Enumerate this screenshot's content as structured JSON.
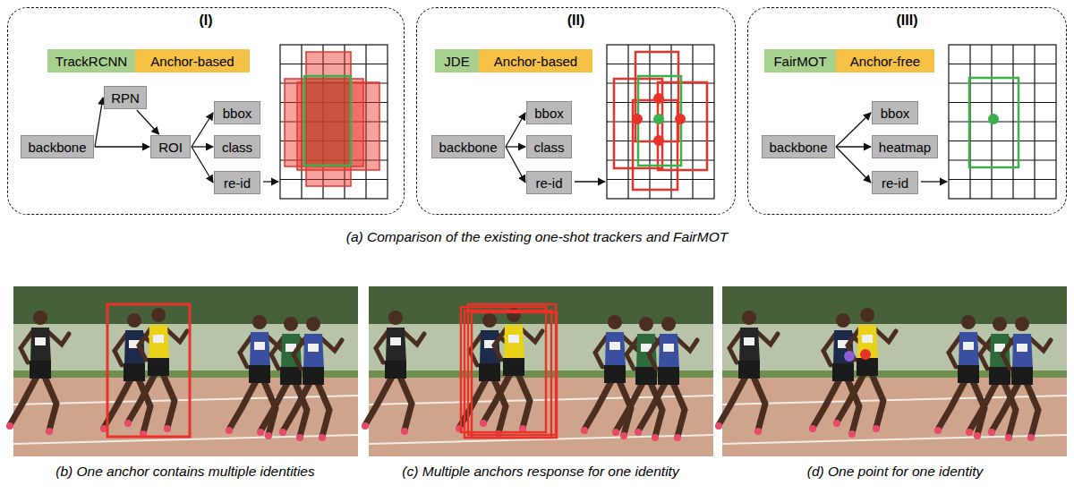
{
  "diagram": {
    "nodes": [
      {
        "text": [
          "(I)"
        ]
      },
      {
        "text": [
          "TrackRCNN"
        ],
        "in": 0
      },
      {
        "text": [
          "Anchor-based"
        ],
        "in": 0
      },
      {
        "text": [
          "backbone"
        ],
        "in": 0
      },
      {
        "text": [
          "RPN"
        ],
        "in": 0
      },
      {
        "text": [
          "ROI"
        ],
        "in": 0
      },
      {
        "text": [
          "bbox"
        ],
        "in": 0
      },
      {
        "text": [
          "class"
        ],
        "in": 0
      },
      {
        "text": [
          "re-id"
        ],
        "in": 0
      },
      {
        "text": [
          "(II)"
        ]
      },
      {
        "text": [
          "JDE"
        ],
        "in": 9
      },
      {
        "text": [
          "Anchor-based"
        ],
        "in": 9
      },
      {
        "text": [
          "backbone"
        ],
        "in": 9
      },
      {
        "text": [
          "bbox"
        ],
        "in": 9
      },
      {
        "text": [
          "class"
        ],
        "in": 9
      },
      {
        "text": [
          "re-id"
        ],
        "in": 9
      },
      {
        "text": [
          "(III)"
        ]
      },
      {
        "text": [
          "FairMOT"
        ],
        "in": 16
      },
      {
        "text": [
          "Anchor-free"
        ],
        "in": 16
      },
      {
        "text": [
          "backbone"
        ],
        "in": 16
      },
      {
        "text": [
          "bbox"
        ],
        "in": 16
      },
      {
        "text": [
          "heatmap"
        ],
        "in": 16
      },
      {
        "text": [
          "re-id"
        ],
        "in": 16
      }
    ],
    "edges": [
      {
        "from": 3,
        "to": 4,
        "arrow": "to"
      },
      {
        "from": 3,
        "to": 5,
        "arrow": "to"
      },
      {
        "from": 4,
        "to": 5,
        "arrow": "to"
      },
      {
        "from": 5,
        "to": 6,
        "arrow": "to"
      },
      {
        "from": 5,
        "to": 7,
        "arrow": "to"
      },
      {
        "from": 5,
        "to": 8,
        "arrow": "to"
      },
      {
        "from": 12,
        "to": 13,
        "arrow": "to"
      },
      {
        "from": 12,
        "to": 14,
        "arrow": "to"
      },
      {
        "from": 12,
        "to": 15,
        "arrow": "to"
      },
      {
        "from": 19,
        "to": 20,
        "arrow": "to"
      },
      {
        "from": 19,
        "to": 21,
        "arrow": "to"
      },
      {
        "from": 19,
        "to": 22,
        "arrow": "to"
      }
    ],
    "labels": [
      "(a) Comparison of the existing one-shot trackers and FairMOT",
      "(b) One anchor contains multiple identities",
      "(c) Multiple anchors response for one identity",
      "(d) One point for one identity"
    ]
  }
}
